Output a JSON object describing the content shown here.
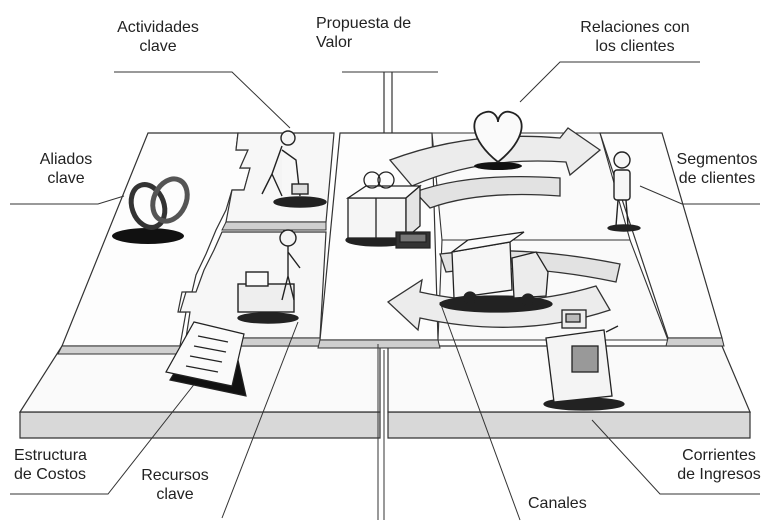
{
  "labels": {
    "actividades": {
      "line1": "Actividades",
      "line2": "clave"
    },
    "propuesta": {
      "line1": "Propuesta de",
      "line2": "Valor"
    },
    "relaciones": {
      "line1": "Relaciones con",
      "line2": "los clientes"
    },
    "aliados": {
      "line1": "Aliados",
      "line2": "clave"
    },
    "segmentos": {
      "line1": "Segmentos",
      "line2": "de clientes"
    },
    "estructura": {
      "line1": "Estructura",
      "line2": "de Costos"
    },
    "recursos": {
      "line1": "Recursos",
      "line2": "clave"
    },
    "canales": {
      "line1": "Canales"
    },
    "corrientes": {
      "line1": "Corrientes",
      "line2": "de Ingresos"
    }
  },
  "icons": [
    "rings-icon",
    "worker-digging-icon",
    "worker-with-machine-icon",
    "documents-icon",
    "gift-icon",
    "heart-icon",
    "truck-icon",
    "person-icon",
    "cash-register-icon",
    "phone-icon"
  ],
  "colors": {
    "board": "#ffffff",
    "board_edge": "#cfcfcf",
    "ink": "#222222",
    "shadow": "#111111"
  }
}
